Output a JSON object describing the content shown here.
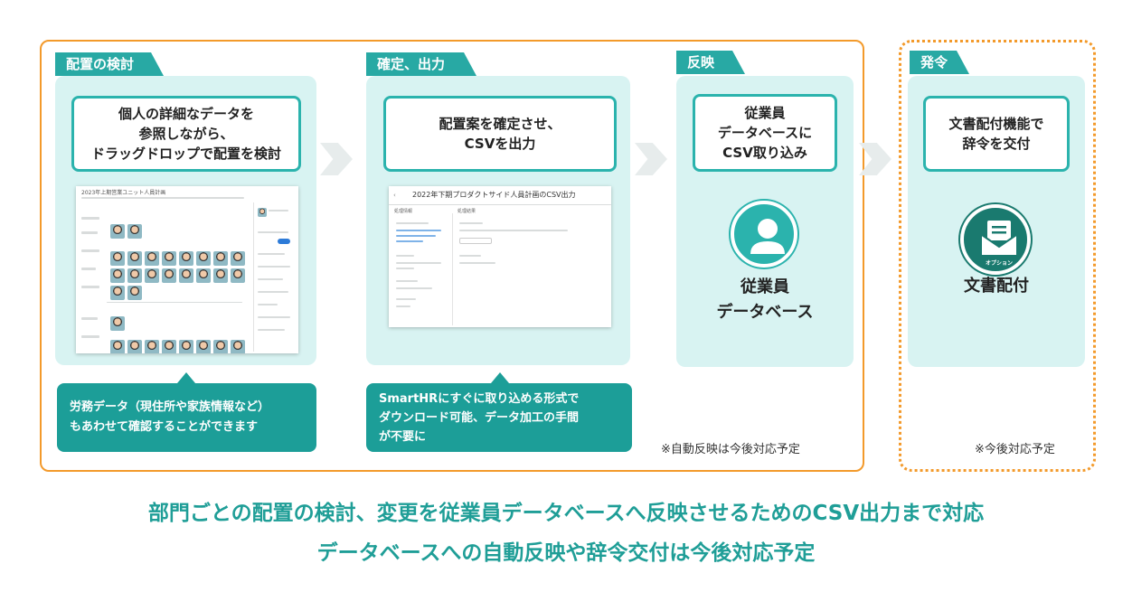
{
  "sections": {
    "review": {
      "tab": "配置の検討",
      "description": [
        "個人の詳細なデータを",
        "参照しながら、",
        "ドラッグドロップで配置を検討"
      ],
      "note": [
        "労務データ（現住所や家族情報など）",
        "もあわせて確認することができます"
      ],
      "screenshot_title": "2023年上期営業ユニット人員計画"
    },
    "confirm": {
      "tab": "確定、出力",
      "description": [
        "配置案を確定させ、",
        "CSVを出力"
      ],
      "note": [
        "SmartHRにすぐに取り込める形式で",
        "ダウンロード可能、データ加工の手間",
        "が不要に"
      ],
      "screenshot_title": "2022年下期プロダクトサイド人員計画のCSV出力",
      "screenshot_left_header": "処理情報",
      "screenshot_right_header": "処理結果"
    },
    "reflect": {
      "tab": "反映",
      "description": [
        "従業員",
        "データベースに",
        "CSV取り込み"
      ],
      "icon_label": [
        "従業員",
        "データベース"
      ],
      "icon": "person-icon",
      "footnote": "※自動反映は今後対応予定"
    },
    "appoint": {
      "tab": "発令",
      "description": [
        "文書配付機能で",
        "辞令を交付"
      ],
      "icon_label": "文書配付",
      "icon_badge": "オプション",
      "icon": "envelope-document-icon",
      "footnote": "※今後対応予定"
    }
  },
  "caption": [
    "部門ごとの配置の検討、変更を従業員データベースへ反映させるためのCSV出力まで対応",
    "データベースへの自動反映や辞令交付は今後対応予定"
  ],
  "colors": {
    "accent": "#2bb3ad",
    "frame": "#f39a2b",
    "panel": "#d8f3f2",
    "caption": "#1f9e97"
  }
}
